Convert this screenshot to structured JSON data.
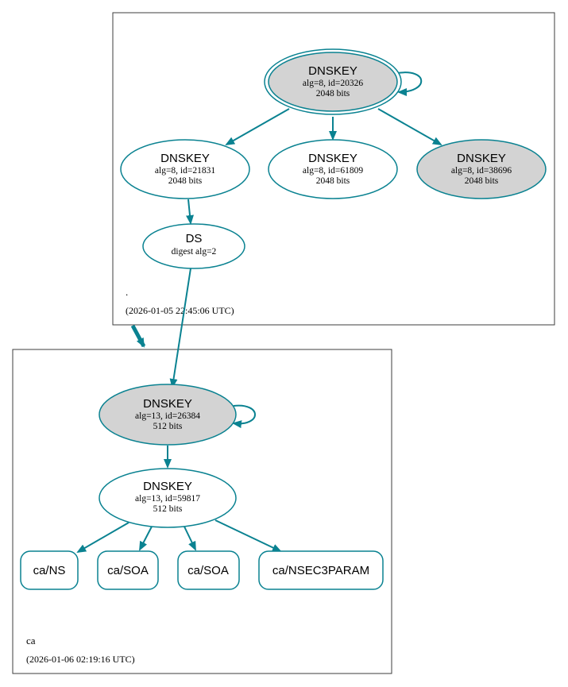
{
  "colors": {
    "edge": "#0a8291",
    "node_stroke": "#0a8291",
    "node_fill_gray": "#d3d3d3",
    "node_fill_white": "#ffffff",
    "cluster_stroke": "#3c3c3c"
  },
  "zones": {
    "root": {
      "label": ".",
      "timestamp": "(2026-01-05 22:45:06 UTC)",
      "ksk": {
        "type": "DNSKEY",
        "detail": "alg=8, id=20326",
        "bits": "2048 bits"
      },
      "zsk1": {
        "type": "DNSKEY",
        "detail": "alg=8, id=21831",
        "bits": "2048 bits"
      },
      "zsk2": {
        "type": "DNSKEY",
        "detail": "alg=8, id=61809",
        "bits": "2048 bits"
      },
      "key3": {
        "type": "DNSKEY",
        "detail": "alg=8, id=38696",
        "bits": "2048 bits"
      },
      "ds": {
        "type": "DS",
        "detail": "digest alg=2"
      }
    },
    "ca": {
      "label": "ca",
      "timestamp": "(2026-01-06 02:19:16 UTC)",
      "ksk": {
        "type": "DNSKEY",
        "detail": "alg=13, id=26384",
        "bits": "512 bits"
      },
      "zsk": {
        "type": "DNSKEY",
        "detail": "alg=13, id=59817",
        "bits": "512 bits"
      },
      "rrsets": [
        "ca/NS",
        "ca/SOA",
        "ca/SOA",
        "ca/NSEC3PARAM"
      ]
    }
  }
}
